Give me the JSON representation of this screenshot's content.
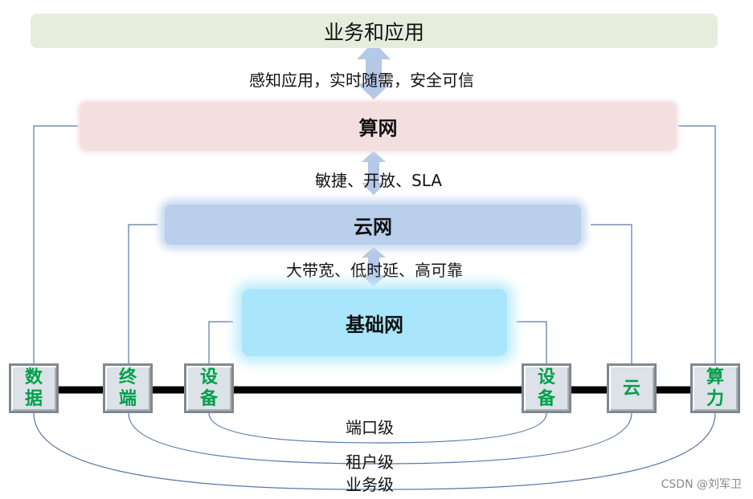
{
  "layers": {
    "business": "业务和应用",
    "compute": "算网",
    "cloud": "云网",
    "base": "基础网"
  },
  "captions": {
    "business_compute": "感知应用，实时随需，安全可信",
    "compute_cloud": "敏捷、开放、SLA",
    "cloud_base": "大带宽、低时延、高可靠"
  },
  "nodes": [
    "数据",
    "终端",
    "设备",
    "设备",
    "云",
    "算力"
  ],
  "levels": {
    "port": "端口级",
    "tenant": "租户级",
    "business": "业务级"
  },
  "watermark": "CSDN @刘军卫",
  "colors": {
    "business_layer": "#e8ecdd",
    "compute_layer": "#f3dfe0",
    "cloud_layer": "#b9cfec",
    "base_layer": "#a9e6fb",
    "node_text": "#00a04a",
    "connector": "#5877a8",
    "arrow": "#b4c8e8"
  }
}
